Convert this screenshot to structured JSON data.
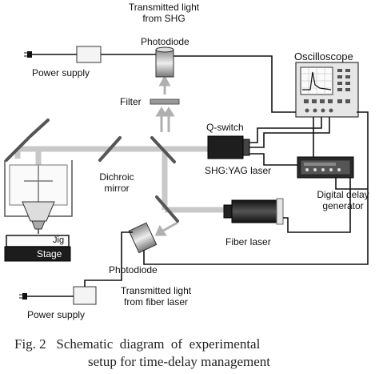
{
  "labels": {
    "transmitted_shg_line1": "Transmitted light",
    "transmitted_shg_line2": "from SHG",
    "photodiode_top": "Photodiode",
    "power_supply_top": "Power supply",
    "oscilloscope": "Oscilloscope",
    "filter": "Filter",
    "q_switch": "Q-switch",
    "shg_yag_laser": "SHG:YAG laser",
    "dichroic_line1": "Dichroic",
    "dichroic_line2": "mirror",
    "digital_delay_line1": "Digital delay",
    "digital_delay_line2": "generator",
    "jig": "Jig",
    "stage": "Stage",
    "fiber_laser": "Fiber laser",
    "photodiode_bottom": "Photodiode",
    "power_supply_bottom": "Power supply",
    "transmitted_fiber_line1": "Transmitted light",
    "transmitted_fiber_line2": "from fiber laser"
  },
  "caption": {
    "line1": "Fig. 2   Schematic  diagram  of  experimental",
    "line2": "setup for time-delay management"
  },
  "colors": {
    "beam": "#c4c4c4",
    "wire": "#111111",
    "device_dark": "#222222",
    "device_gray": "#9a9a9a"
  }
}
